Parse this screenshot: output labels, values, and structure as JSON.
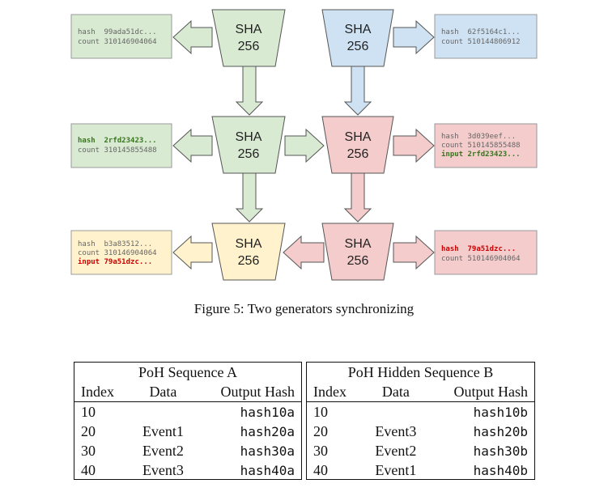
{
  "diagram": {
    "blocks": {
      "a1": {
        "line1": "SHA",
        "line2": "256"
      },
      "a2": {
        "line1": "SHA",
        "line2": "256"
      },
      "a3": {
        "line1": "SHA",
        "line2": "256"
      },
      "b1": {
        "line1": "SHA",
        "line2": "256"
      },
      "b2": {
        "line1": "SHA",
        "line2": "256"
      },
      "b3": {
        "line1": "SHA",
        "line2": "256"
      }
    },
    "boxes": {
      "a1": {
        "hash": "hash  99ada51dc...",
        "count": "count 310146904064"
      },
      "b1": {
        "hash": "hash  62f5164c1...",
        "count": "count 510144806912"
      },
      "a2": {
        "hash": "hash  2rfd23423...",
        "count": "count 310145855488"
      },
      "b2": {
        "hash": "hash  3d039eef...",
        "count": "count 510145855488",
        "input": "input 2rfd23423..."
      },
      "a3": {
        "hash": "hash  b3a83512...",
        "count": "count 310146904064",
        "input": "input 79a51dzc..."
      },
      "b3": {
        "hash": "hash  79a51dzc...",
        "count": "count 510146904064"
      }
    },
    "colors": {
      "green_fill": "#d9ead3",
      "green_stroke": "#93c47d",
      "blue_fill": "#cfe2f3",
      "blue_stroke": "#6fa8dc",
      "red_fill": "#f4cccc",
      "red_stroke": "#e06666",
      "yellow_fill": "#fff2cc",
      "yellow_stroke": "#f1c232",
      "green_text": "#38761d",
      "red_text": "#cc0000",
      "gray_text": "#666666"
    }
  },
  "caption": "Figure 5: Two generators synchronizing",
  "tables": {
    "a": {
      "title": "PoH Sequence A",
      "headers": [
        "Index",
        "Data",
        "Output Hash"
      ],
      "rows": [
        [
          "10",
          "",
          "hash10a"
        ],
        [
          "20",
          "Event1",
          "hash20a"
        ],
        [
          "30",
          "Event2",
          "hash30a"
        ],
        [
          "40",
          "Event3",
          "hash40a"
        ]
      ]
    },
    "b": {
      "title": "PoH Hidden Sequence B",
      "headers": [
        "Index",
        "Data",
        "Output Hash"
      ],
      "rows": [
        [
          "10",
          "",
          "hash10b"
        ],
        [
          "20",
          "Event3",
          "hash20b"
        ],
        [
          "30",
          "Event2",
          "hash30b"
        ],
        [
          "40",
          "Event1",
          "hash40b"
        ]
      ]
    }
  }
}
